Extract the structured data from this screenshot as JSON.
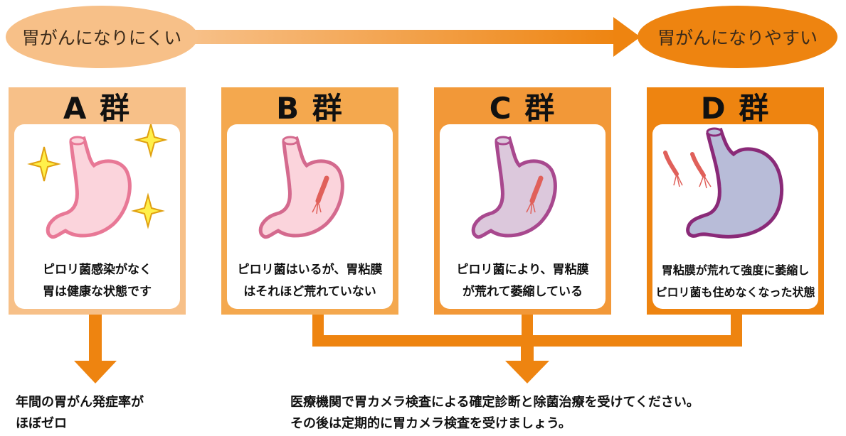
{
  "risk_scale": {
    "low_label": "胃がんになりにくい",
    "high_label": "胃がんになりやすい"
  },
  "groups": [
    {
      "title": "A 群",
      "caption_line1": "ピロリ菌感染がなく",
      "caption_line2": "胃は健康な状態です"
    },
    {
      "title": "B 群",
      "caption_line1": "ピロリ菌はいるが、胃粘膜",
      "caption_line2": "はそれほど荒れていない"
    },
    {
      "title": "C 群",
      "caption_line1": "ピロリ菌により、胃粘膜",
      "caption_line2": "が荒れて萎縮している"
    },
    {
      "title": "D 群",
      "caption_line1": "胃粘膜が荒れて強度に萎縮し",
      "caption_line2": "ピロリ菌も住めなくなった状態"
    }
  ],
  "results": {
    "a_line1": "年間の胃がん発症率が",
    "a_line2": "ほぼゼロ",
    "bcd_line1": "医療機関で胃カメラ検査による確定診断と除菌治療を受けてください。",
    "bcd_line2": "その後は定期的に胃カメラ検査を受けましょう。"
  },
  "colors": {
    "a_group": "#f7c088",
    "b_group": "#f4a84e",
    "c_group": "#f29838",
    "d_group": "#ee8410",
    "arrow": "#ee8410"
  }
}
